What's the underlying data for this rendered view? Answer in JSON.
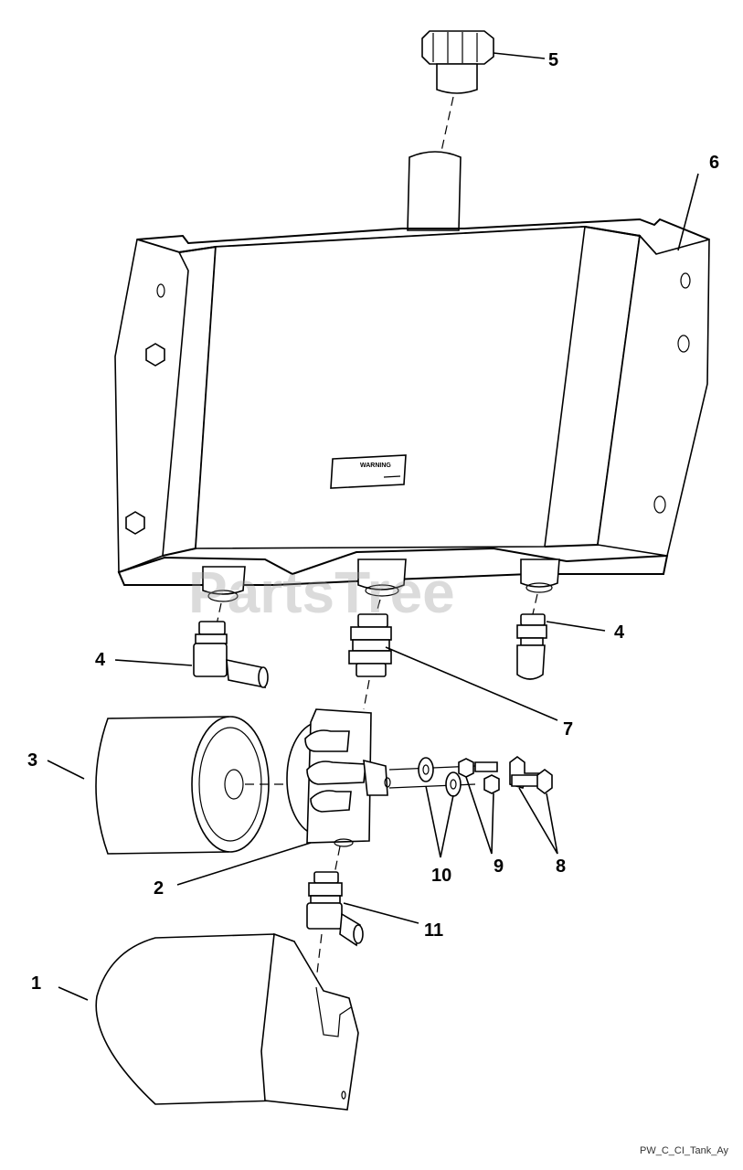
{
  "diagram": {
    "callouts": {
      "c1": "1",
      "c2": "2",
      "c3": "3",
      "c4a": "4",
      "c4b": "4",
      "c5": "5",
      "c6": "6",
      "c7": "7",
      "c8": "8",
      "c9": "9",
      "c10": "10",
      "c11": "11"
    },
    "warning_label": "WARNING",
    "watermark": "PartsTree",
    "caption": "PW_C_CI_Tank_Ay"
  }
}
